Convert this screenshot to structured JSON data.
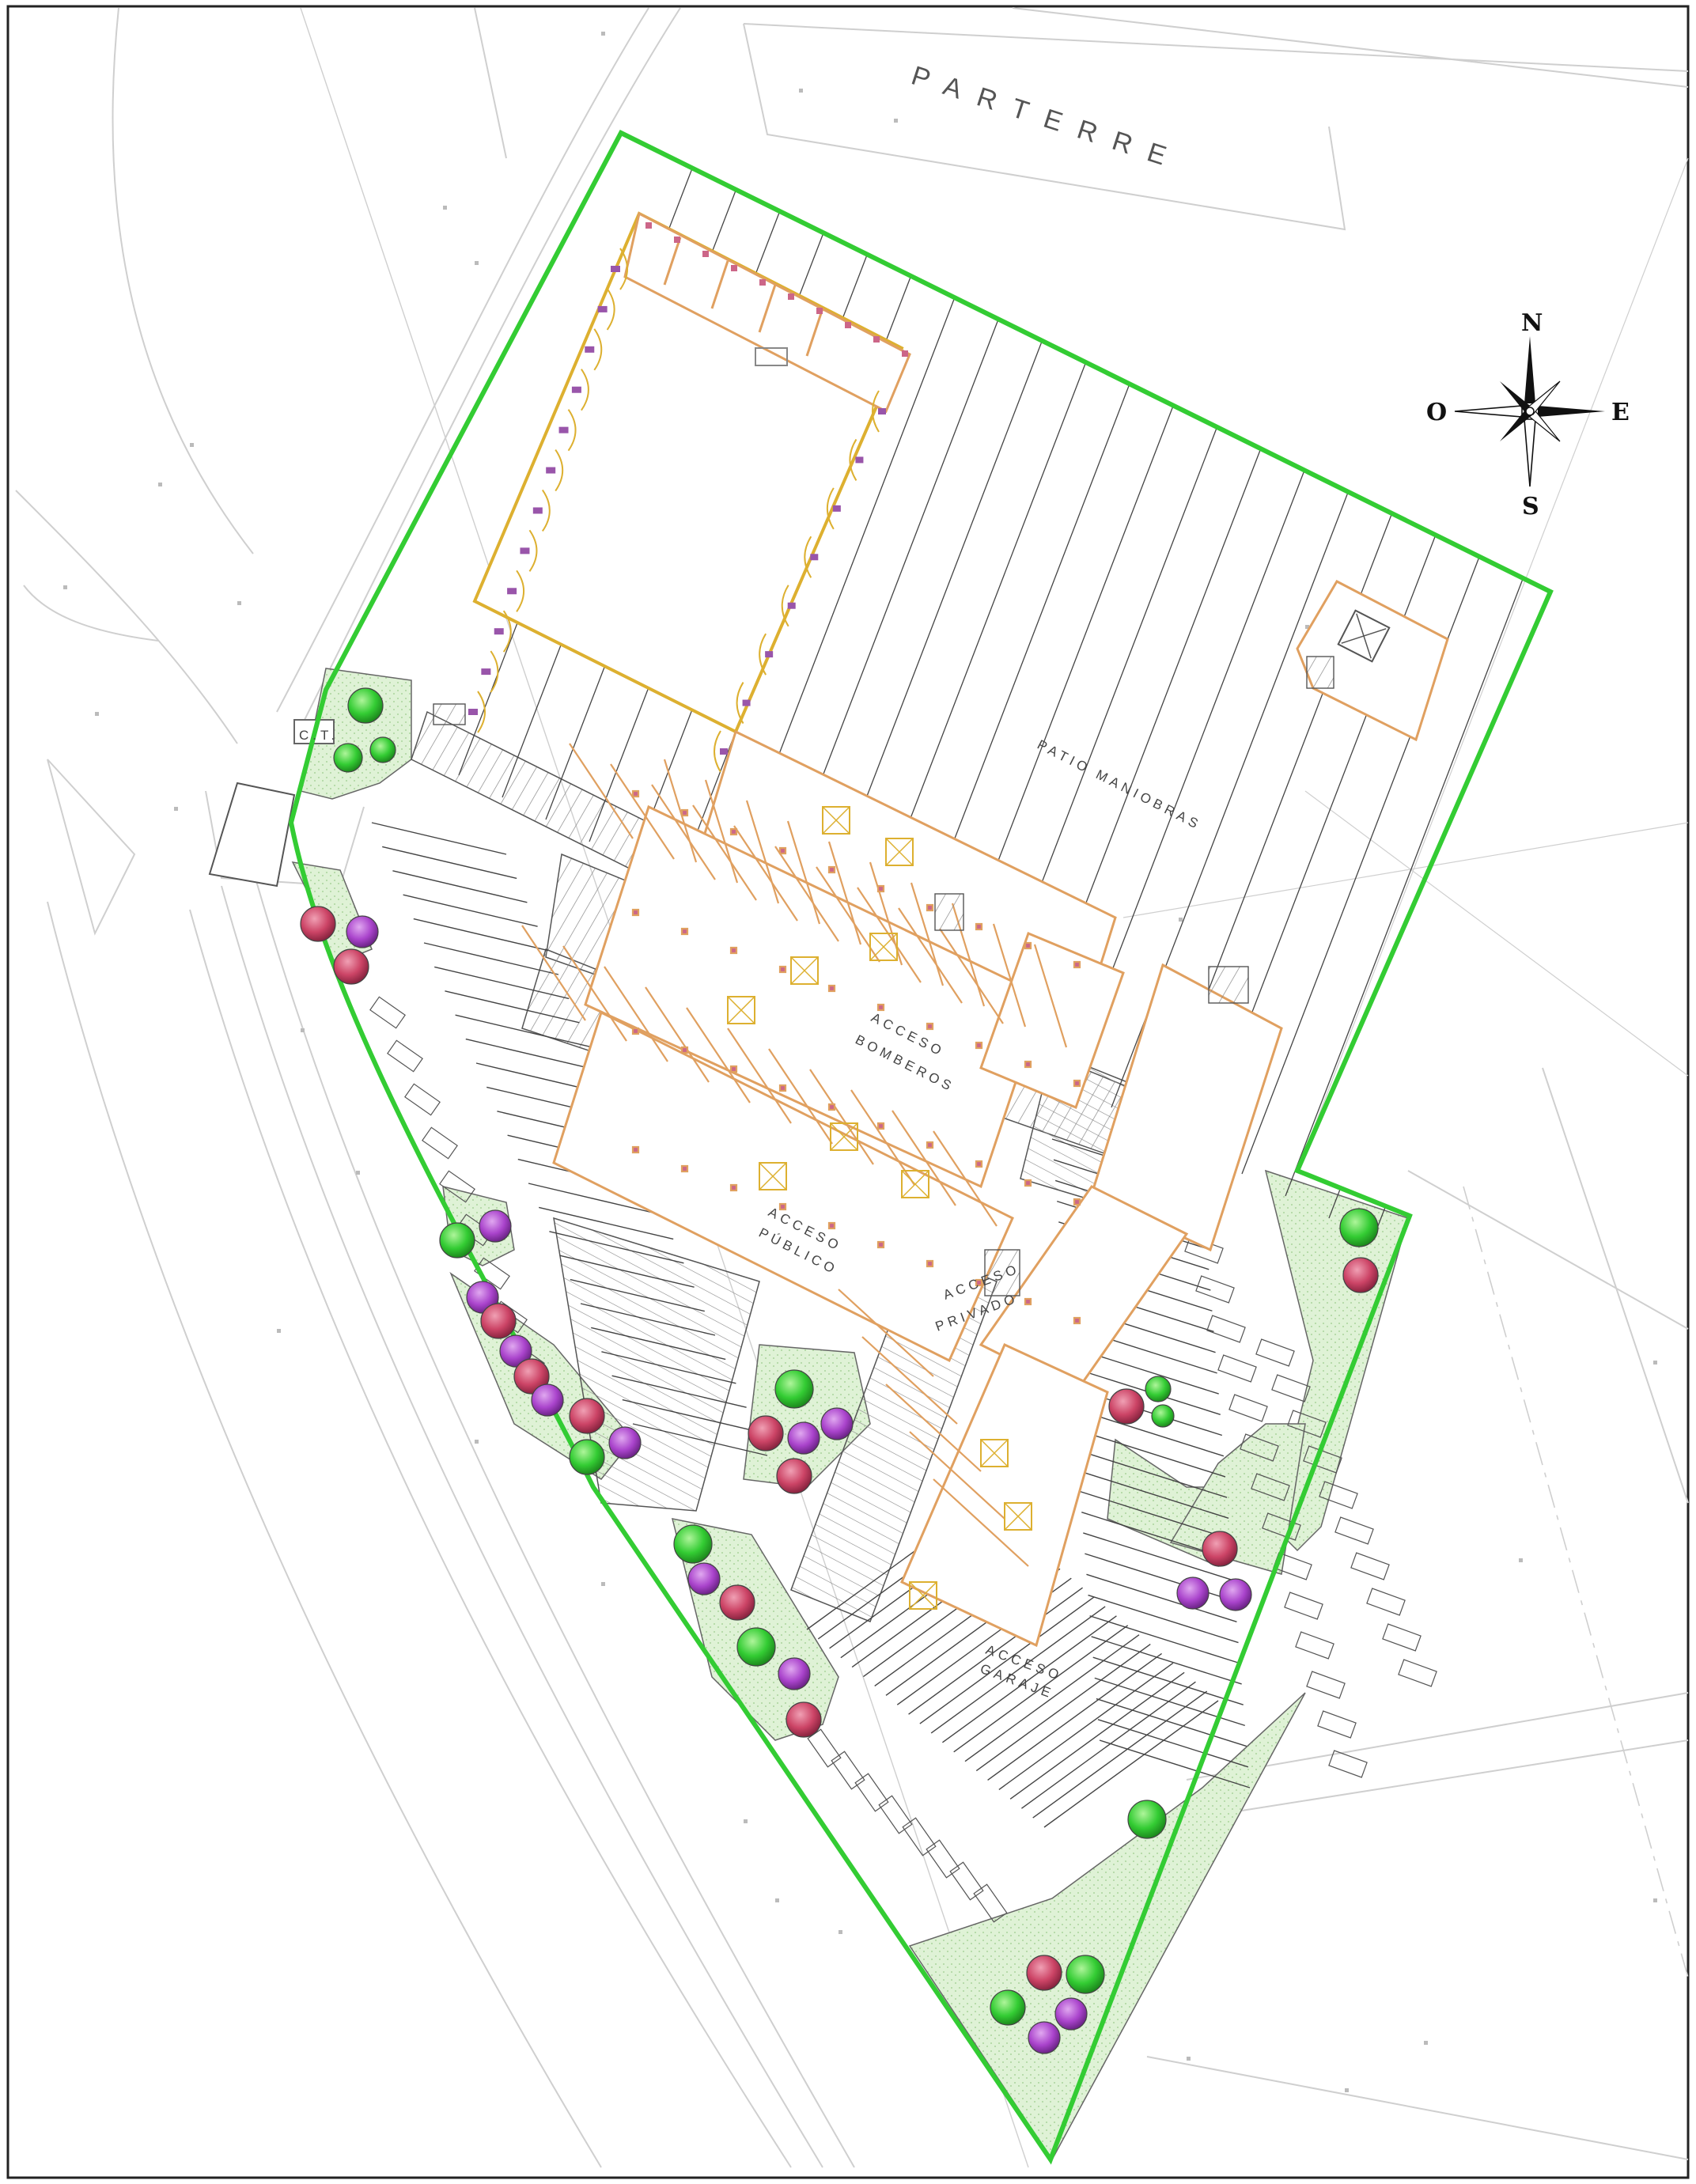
{
  "plan": {
    "labels": {
      "parterre": "PARTERRE",
      "patio": "PATIO MANIOBRAS",
      "ct": "C.T.",
      "bomberos_1": "ACCESO",
      "bomberos_2": "BOMBEROS",
      "publico_1": "ACCESO",
      "publico_2": "PÚBLICO",
      "privado_1": "ACCESO",
      "privado_2": "PRIVADO",
      "garaje_1": "ACCESO",
      "garaje_2": "GARAJE"
    },
    "compass": {
      "n": "N",
      "s": "S",
      "e": "E",
      "o": "O"
    },
    "colors": {
      "boundary": "#33cc33",
      "walls": "#e0a060",
      "green_area": "#d8f0d0",
      "tree_green": "#33cc33",
      "tree_red": "#cc4466",
      "tree_purple": "#aa44cc",
      "survey_lines": "#cccccc"
    }
  }
}
